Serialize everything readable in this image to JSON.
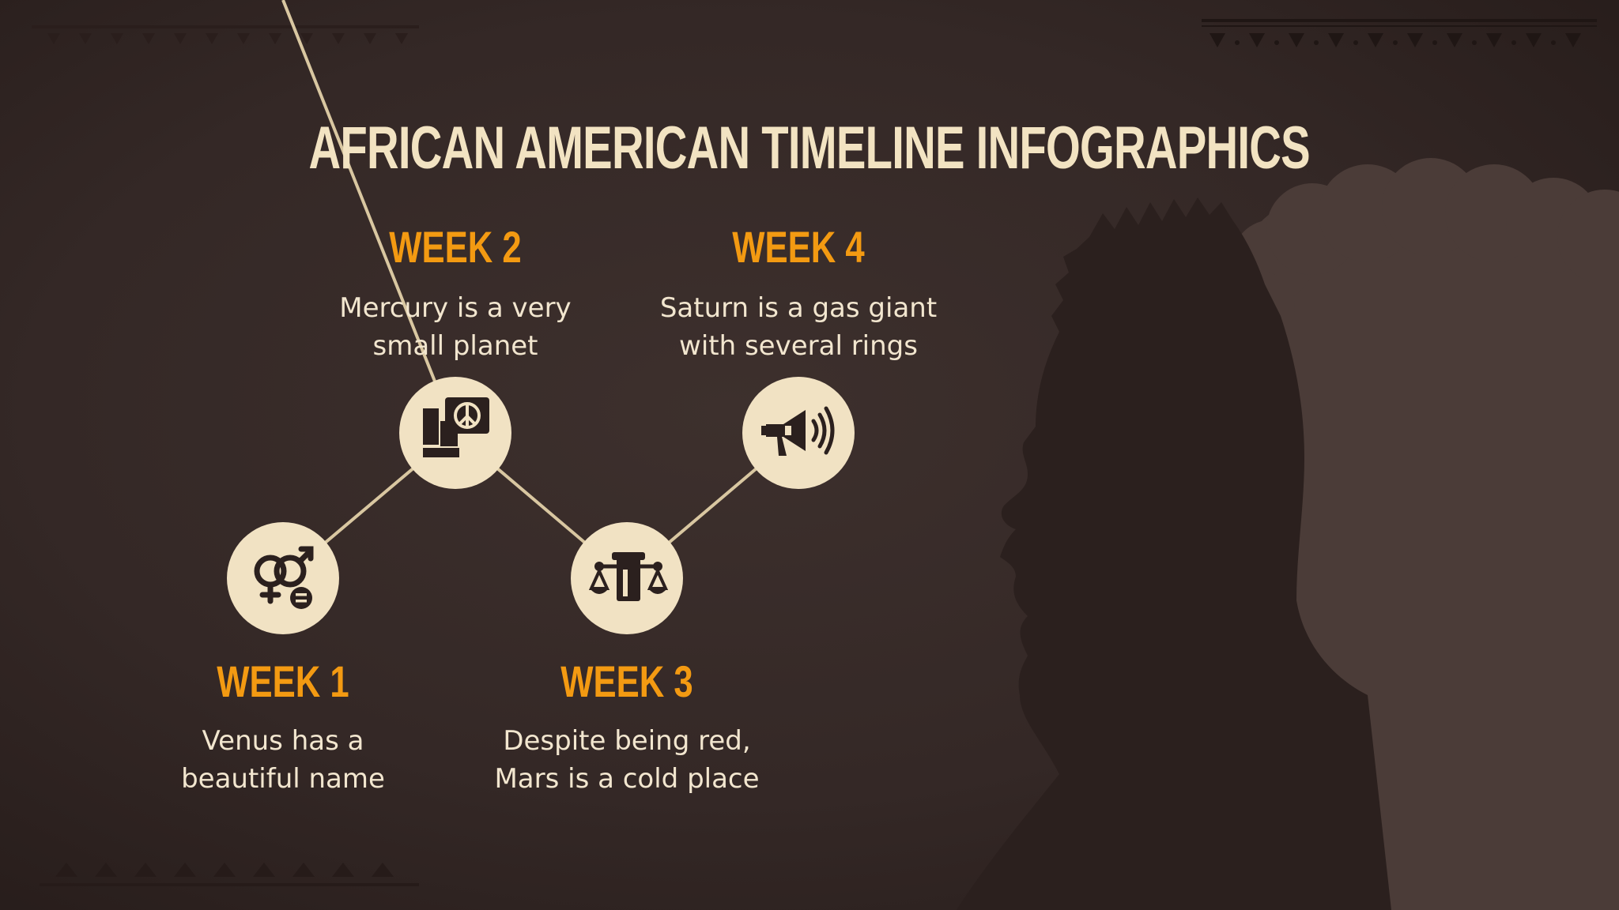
{
  "slide": {
    "title": "AFRICAN AMERICAN TIMELINE INFOGRAPHICS",
    "colors": {
      "background": "#342826",
      "accent": "#f39a12",
      "cream": "#f1e2c3",
      "text": "#f2e6cf",
      "silhouette": "#4a3b37"
    }
  },
  "timeline": [
    {
      "week": "WEEK 1",
      "text": "Venus has a\nbeautiful name",
      "icon": "gender-equality-icon"
    },
    {
      "week": "WEEK 2",
      "text": "Mercury is a very\nsmall planet",
      "icon": "peace-sign-book-icon"
    },
    {
      "week": "WEEK 3",
      "text": "Despite being red,\nMars is a cold place",
      "icon": "justice-scales-icon"
    },
    {
      "week": "WEEK 4",
      "text": "Saturn is a gas giant\nwith several rings",
      "icon": "megaphone-icon"
    }
  ]
}
